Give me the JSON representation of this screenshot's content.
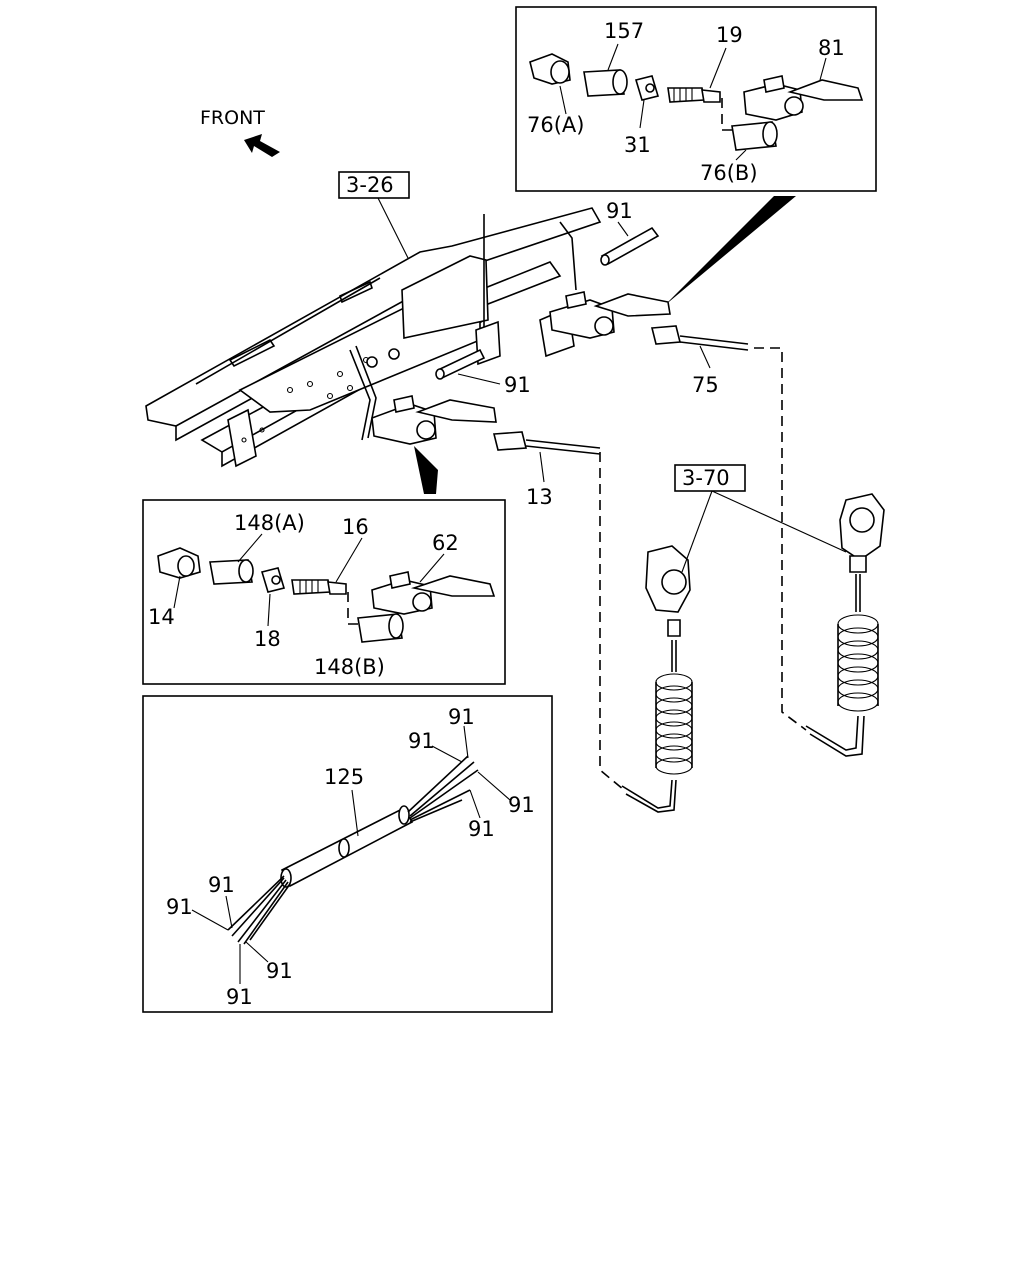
{
  "orientation": {
    "label": "FRONT"
  },
  "refs": {
    "frame": "3-26",
    "hose_assembly": "3-70"
  },
  "callouts": {
    "c157": "157",
    "c19": "19",
    "c81": "81",
    "c76a": "76(A)",
    "c31": "31",
    "c76b": "76(B)",
    "c91_top": "91",
    "c91_mid": "91",
    "c75": "75",
    "c13": "13",
    "c148a": "148(A)",
    "c16": "16",
    "c62": "62",
    "c14": "14",
    "c18": "18",
    "c148b": "148(B)",
    "c125": "125",
    "c91_a": "91",
    "c91_b": "91",
    "c91_c": "91",
    "c91_d": "91",
    "c91_e": "91",
    "c91_f": "91",
    "c91_g": "91",
    "c91_h": "91"
  }
}
